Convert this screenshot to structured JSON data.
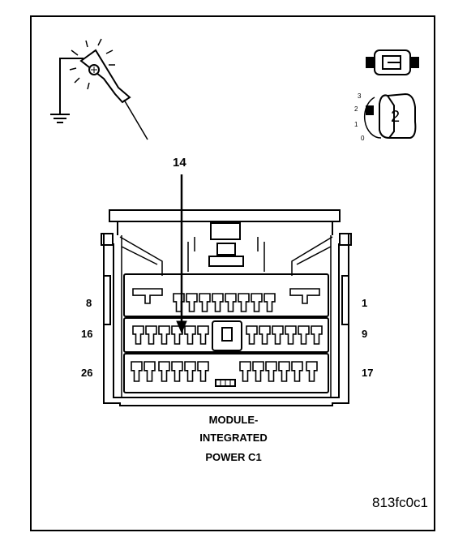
{
  "callout_pin": "14",
  "pins": {
    "row1_left": "8",
    "row1_right": "1",
    "row2_left": "16",
    "row2_right": "9",
    "row3_left": "26",
    "row3_right": "17"
  },
  "connector_name": {
    "line1": "MODULE-",
    "line2": "INTEGRATED",
    "line3": "POWER C1"
  },
  "figure_code": "813fc0c1",
  "key_icon": {
    "position": "2",
    "scale": [
      "3",
      "2",
      "1",
      "0"
    ]
  },
  "icons": [
    "ground-symbol-icon",
    "test-light-icon",
    "connector-icon",
    "ignition-key-icon"
  ]
}
